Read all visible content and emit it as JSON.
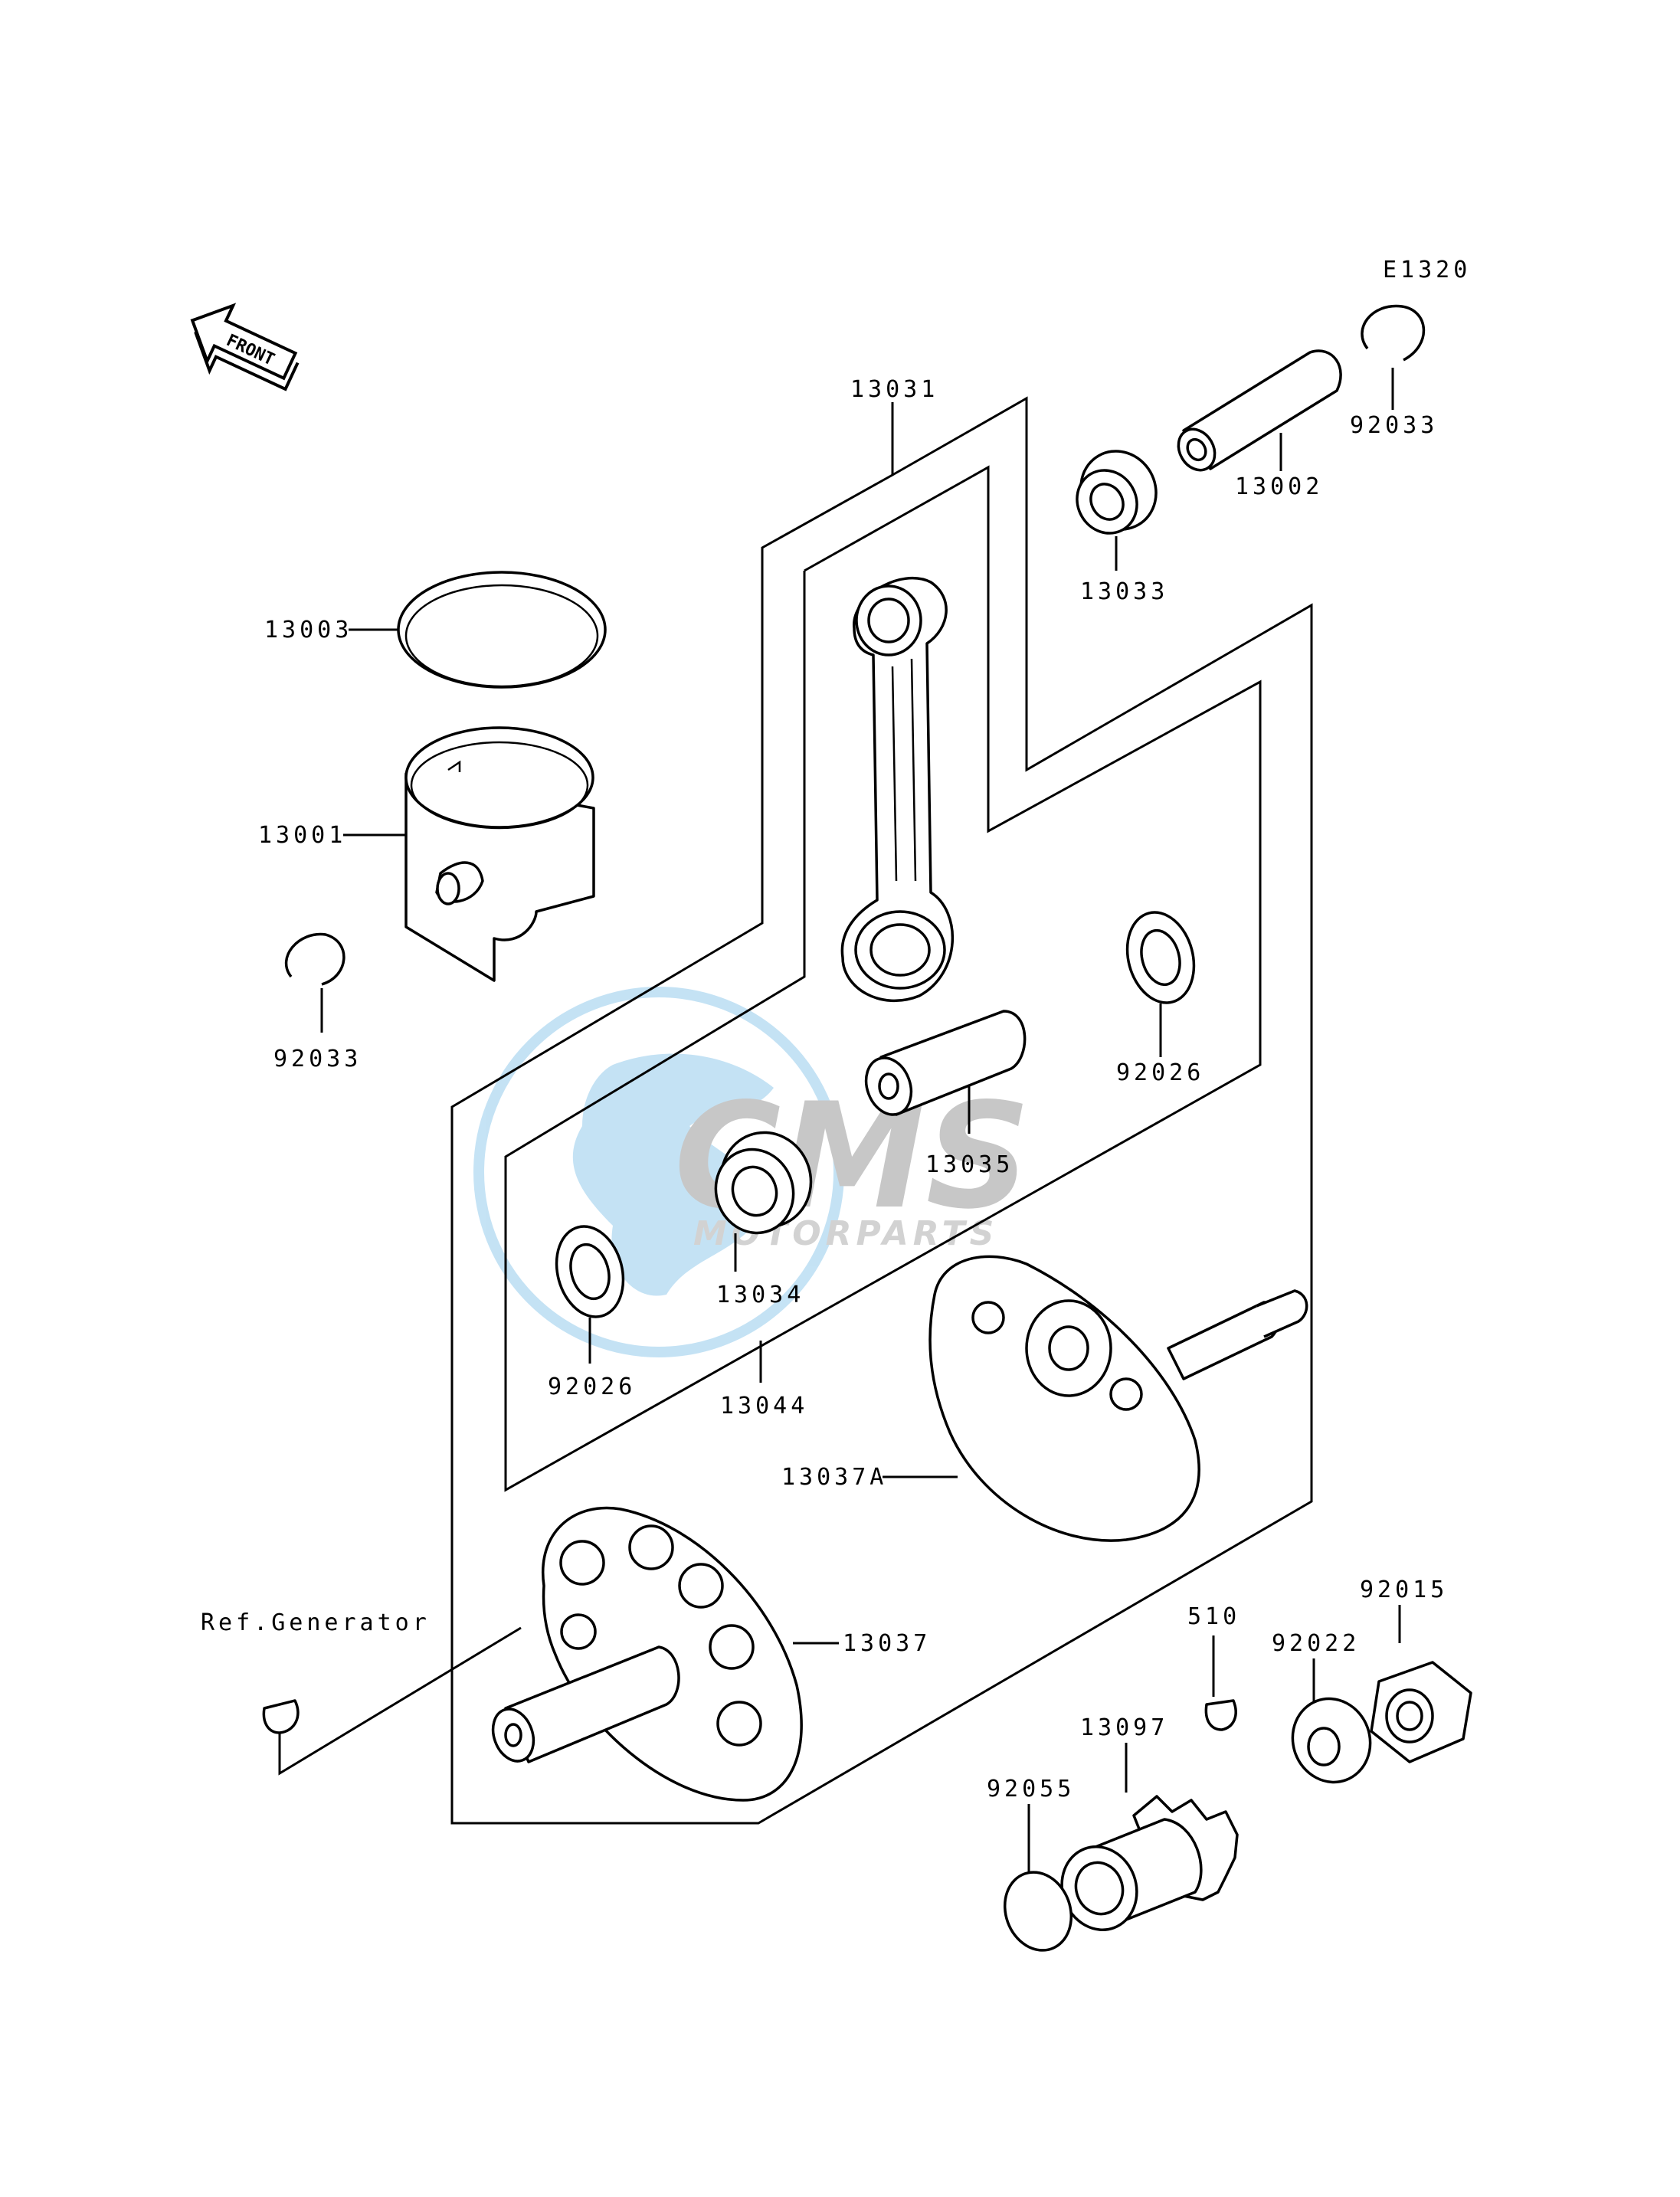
{
  "diagram": {
    "code": "E1320",
    "direction_label": "FRONT",
    "reference_label": "Ref.Generator",
    "part_labels": {
      "p13031": "13031",
      "p13002": "13002",
      "p92033_top": "92033",
      "p13033": "13033",
      "p13003": "13003",
      "p13001": "13001",
      "p92033_left": "92033",
      "p92026_right": "92026",
      "p13035": "13035",
      "p13034": "13034",
      "p92026_left": "92026",
      "p13044": "13044",
      "p13037A": "13037A",
      "p13037": "13037",
      "p510": "510",
      "p92022": "92022",
      "p92015": "92015",
      "p13097": "13097",
      "p92055": "92055"
    }
  },
  "watermark": {
    "brand": "CMS",
    "subtitle": "MOTORPARTS",
    "color": "#4aa8e0"
  },
  "colors": {
    "line": "#000000",
    "background": "#ffffff"
  }
}
